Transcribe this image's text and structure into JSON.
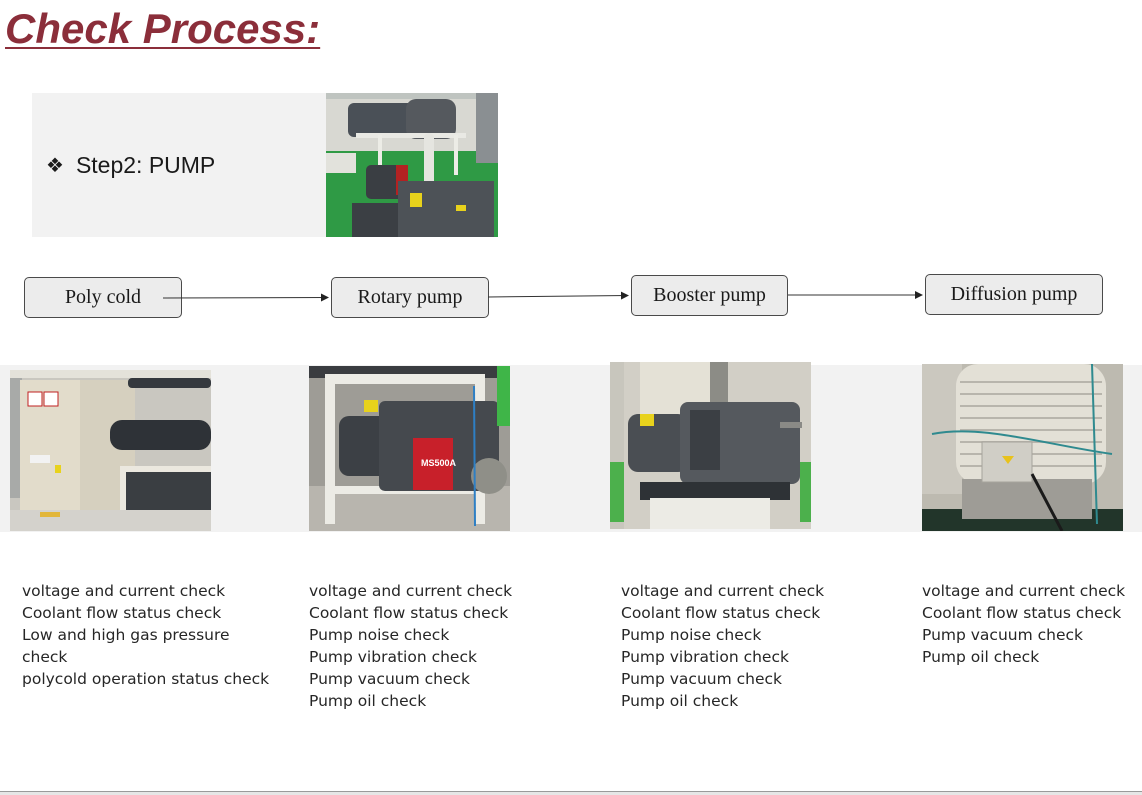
{
  "page": {
    "title": "Check Process:"
  },
  "step": {
    "bullet_icon": "diamond-bullet-icon",
    "bullet_glyph": "❖",
    "label": "Step2: PUMP"
  },
  "flow": {
    "nodes": [
      {
        "label": "Poly cold"
      },
      {
        "label": "Rotary pump"
      },
      {
        "label": "Booster pump"
      },
      {
        "label": "Diffusion pump"
      }
    ]
  },
  "photos": [
    {
      "subject": "pump overview photo"
    },
    {
      "subject": "polycold unit photo"
    },
    {
      "subject": "rotary pump photo",
      "label_text": "MS500A"
    },
    {
      "subject": "booster pump photo"
    },
    {
      "subject": "diffusion pump photo"
    }
  ],
  "checklists": [
    {
      "component": "Poly cold",
      "items": [
        "voltage and current check",
        "Coolant flow status check",
        "Low and high gas pressure",
        "check",
        "polycold operation status check"
      ]
    },
    {
      "component": "Rotary pump",
      "items": [
        "voltage and current check",
        "Coolant flow status check",
        "Pump noise check",
        "Pump vibration check",
        "Pump vacuum check",
        "Pump oil check"
      ]
    },
    {
      "component": "Booster pump",
      "items": [
        "voltage and current check",
        "Coolant flow status check",
        "Pump noise check",
        "Pump vibration check",
        "Pump vacuum check",
        "Pump oil check"
      ]
    },
    {
      "component": "Diffusion pump",
      "items": [
        "voltage and current check",
        "Coolant flow status check",
        "Pump vacuum check",
        "Pump oil check"
      ]
    }
  ],
  "colors": {
    "title": "#8b2e3a",
    "panel_bg": "#f2f2f2",
    "node_bg": "#ececec"
  }
}
